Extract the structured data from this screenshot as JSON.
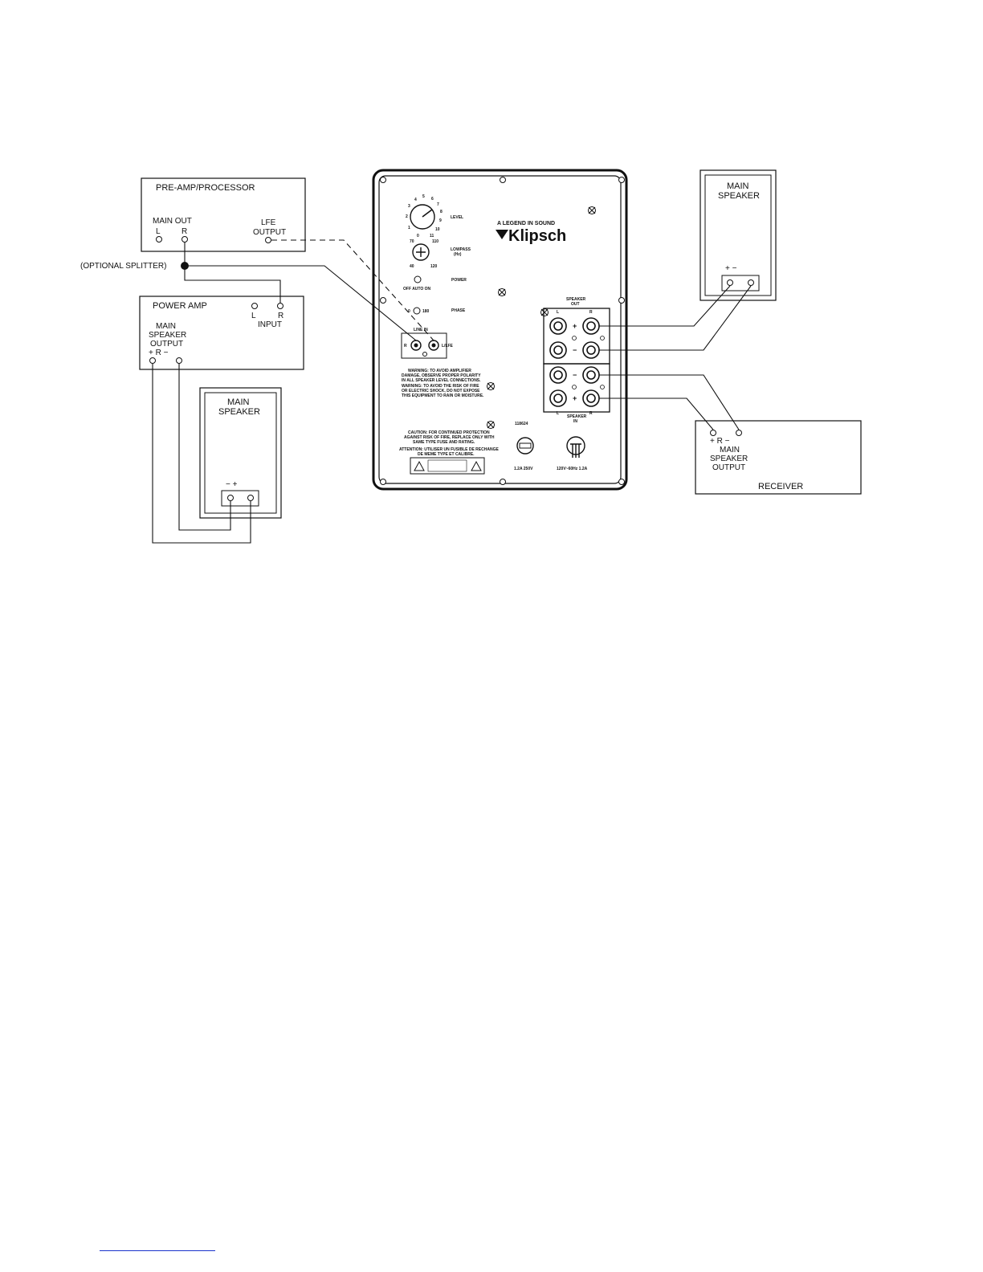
{
  "preamp": {
    "title": "PRE-AMP/PROCESSOR",
    "main_out": "MAIN  OUT",
    "l": "L",
    "r": "R",
    "lfe_1": "LFE",
    "lfe_2": "OUTPUT"
  },
  "splitter": "(OPTIONAL SPLITTER)",
  "power_amp": {
    "title": "POWER AMP",
    "l": "L",
    "r": "R",
    "input": "INPUT",
    "out_1": "MAIN",
    "out_2": "SPEAKER",
    "out_3": "OUTPUT",
    "out_4": "+  R  −"
  },
  "speaker_left": {
    "line1": "MAIN",
    "line2": "SPEAKER",
    "polarity": "−    +"
  },
  "speaker_right": {
    "line1": "MAIN",
    "line2": "SPEAKER",
    "polarity": "+    −"
  },
  "receiver": {
    "polarity": "+  R  −",
    "out_1": "MAIN",
    "out_2": "SPEAKER",
    "out_3": "OUTPUT",
    "title": "RECEIVER"
  },
  "panel": {
    "tagline": "A LEGEND IN SOUND",
    "logo": "Klipsch",
    "level": "LEVEL",
    "lowpass_1": "LOWPASS",
    "lowpass_2": "(Hz)",
    "f70": "70",
    "f110": "110",
    "f40": "40",
    "f120": "120",
    "power": "POWER",
    "power_modes": "OFF AUTO ON",
    "phase": "PHASE",
    "phase_0": "0",
    "phase_180": "180",
    "line_in": "LINE IN",
    "r": "R",
    "llfe": "L/LFE",
    "spk_out_1": "SPEAKER",
    "spk_out_2": "OUT",
    "spk_in_1": "SPEAKER",
    "spk_in_2": "IN",
    "col_l": "L",
    "col_r": "R",
    "plus": "+",
    "minus": "−",
    "warn1": "WARNING: TO AVOID AMPLIFIER",
    "warn2": "DAMAGE, OBSERVE PROPER POLARITY",
    "warn3": "IN ALL SPEAKER LEVEL CONNECTIONS.",
    "warn4": "WARNING: TO AVOID THE RISK OF FIRE",
    "warn5": "OR ELECTRIC SHOCK, DO NOT EXPOSE",
    "warn6": "THIS EQUIPMENT TO RAIN OR MOISTURE.",
    "caution1": "CAUTION: FOR CONTINUED PROTECTION",
    "caution2": "AGAINST RISK OF FIRE, REPLACE ONLY WITH",
    "caution3": "SAME TYPE FUSE AND RATING.",
    "attention1": "ATTENTION: UTILISER UN FUSIBLE DE RECHANGE",
    "attention2": "DE MEME TYPE ET CALIBRE.",
    "part_no": "118624",
    "fuse": "1.2A  250V",
    "mains": "120V~60Hz  1.2A"
  },
  "level_scale": [
    "0",
    "1",
    "2",
    "3",
    "4",
    "5",
    "6",
    "7",
    "8",
    "9",
    "10",
    "11"
  ]
}
